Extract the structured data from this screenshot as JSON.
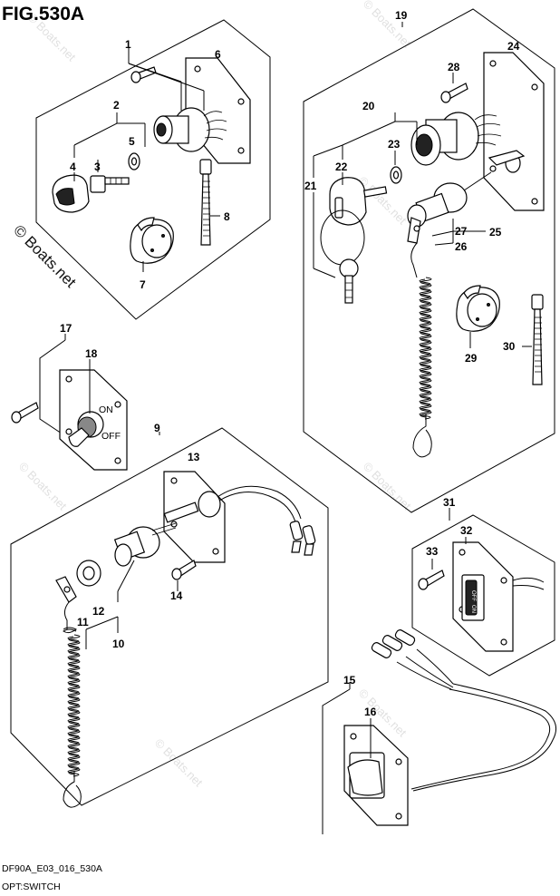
{
  "figure": {
    "title": "FIG.530A",
    "code": "DF90A_E03_016_530A",
    "subtitle": "OPT:SWITCH"
  },
  "watermark": {
    "text": "© Boats.net"
  },
  "callouts": [
    "1",
    "2",
    "3",
    "4",
    "5",
    "6",
    "7",
    "8",
    "9",
    "10",
    "11",
    "12",
    "13",
    "14",
    "15",
    "16",
    "17",
    "18",
    "19",
    "20",
    "21",
    "22",
    "23",
    "24",
    "25",
    "26",
    "27",
    "28",
    "29",
    "30",
    "31",
    "32",
    "33"
  ]
}
